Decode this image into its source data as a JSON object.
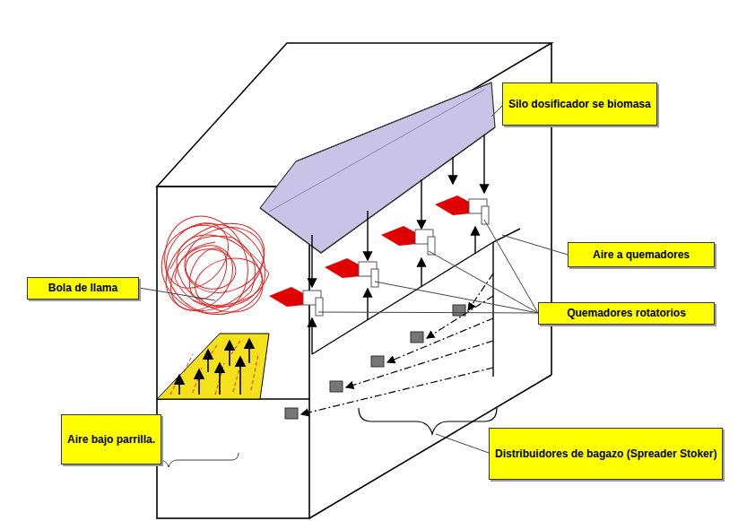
{
  "diagram": {
    "nodes": [
      {
        "text": [
          "Silo dosificador se biomasa"
        ]
      },
      {
        "text": [
          "Aire a quemadores"
        ]
      },
      {
        "text": [
          "Bola de llama"
        ]
      },
      {
        "text": [
          "Quemadores rotatorios"
        ]
      },
      {
        "text": [
          "Aire bajo parrilla."
        ]
      },
      {
        "text": [
          "Distribuidores de bagazo (Spreader Stoker)"
        ]
      }
    ]
  }
}
